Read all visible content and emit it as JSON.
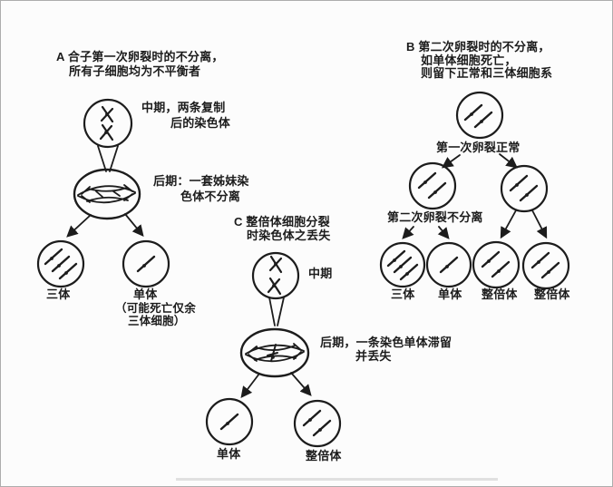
{
  "figure": {
    "colors": {
      "ink": "#1c1c1c",
      "paper": "#fcfcfc",
      "border": "#adadad",
      "artifact": "#c9c9c9"
    },
    "sections": {
      "a": {
        "title_line1": "A 合子第一次卵裂时的不分离，",
        "title_line2": "所有子细胞均为不平衡者",
        "metaphase_label_line1": "中期，两条复制",
        "metaphase_label_line2": "后的染色体",
        "anaphase_label_line1": "后期：一套姊妹染",
        "anaphase_label_line2": "色体不分离",
        "trisomy_label": "三体",
        "monosomy_label": "单体",
        "monosomy_note_line1": "（可能死亡仅余",
        "monosomy_note_line2": "三体细胞）"
      },
      "b": {
        "title_line1": "B 第二次卵裂时的不分离，",
        "title_line2": "如单体细胞死亡，",
        "title_line3": "则留下正常和三体细胞系",
        "first_cleavage_label": "第一次卵裂正常",
        "second_cleavage_label": "第二次卵裂不分离",
        "cell_labels": [
          "三体",
          "单体",
          "整倍体",
          "整倍体"
        ]
      },
      "c": {
        "title_line1": "C 整倍体细胞分裂",
        "title_line2": "时染色体之丢失",
        "metaphase_label": "中期",
        "anaphase_label_line1": "后期，一条染色单体滞留",
        "anaphase_label_line2": "并丢失",
        "monosomy_label": "单体",
        "euploid_label": "整倍体"
      }
    }
  }
}
